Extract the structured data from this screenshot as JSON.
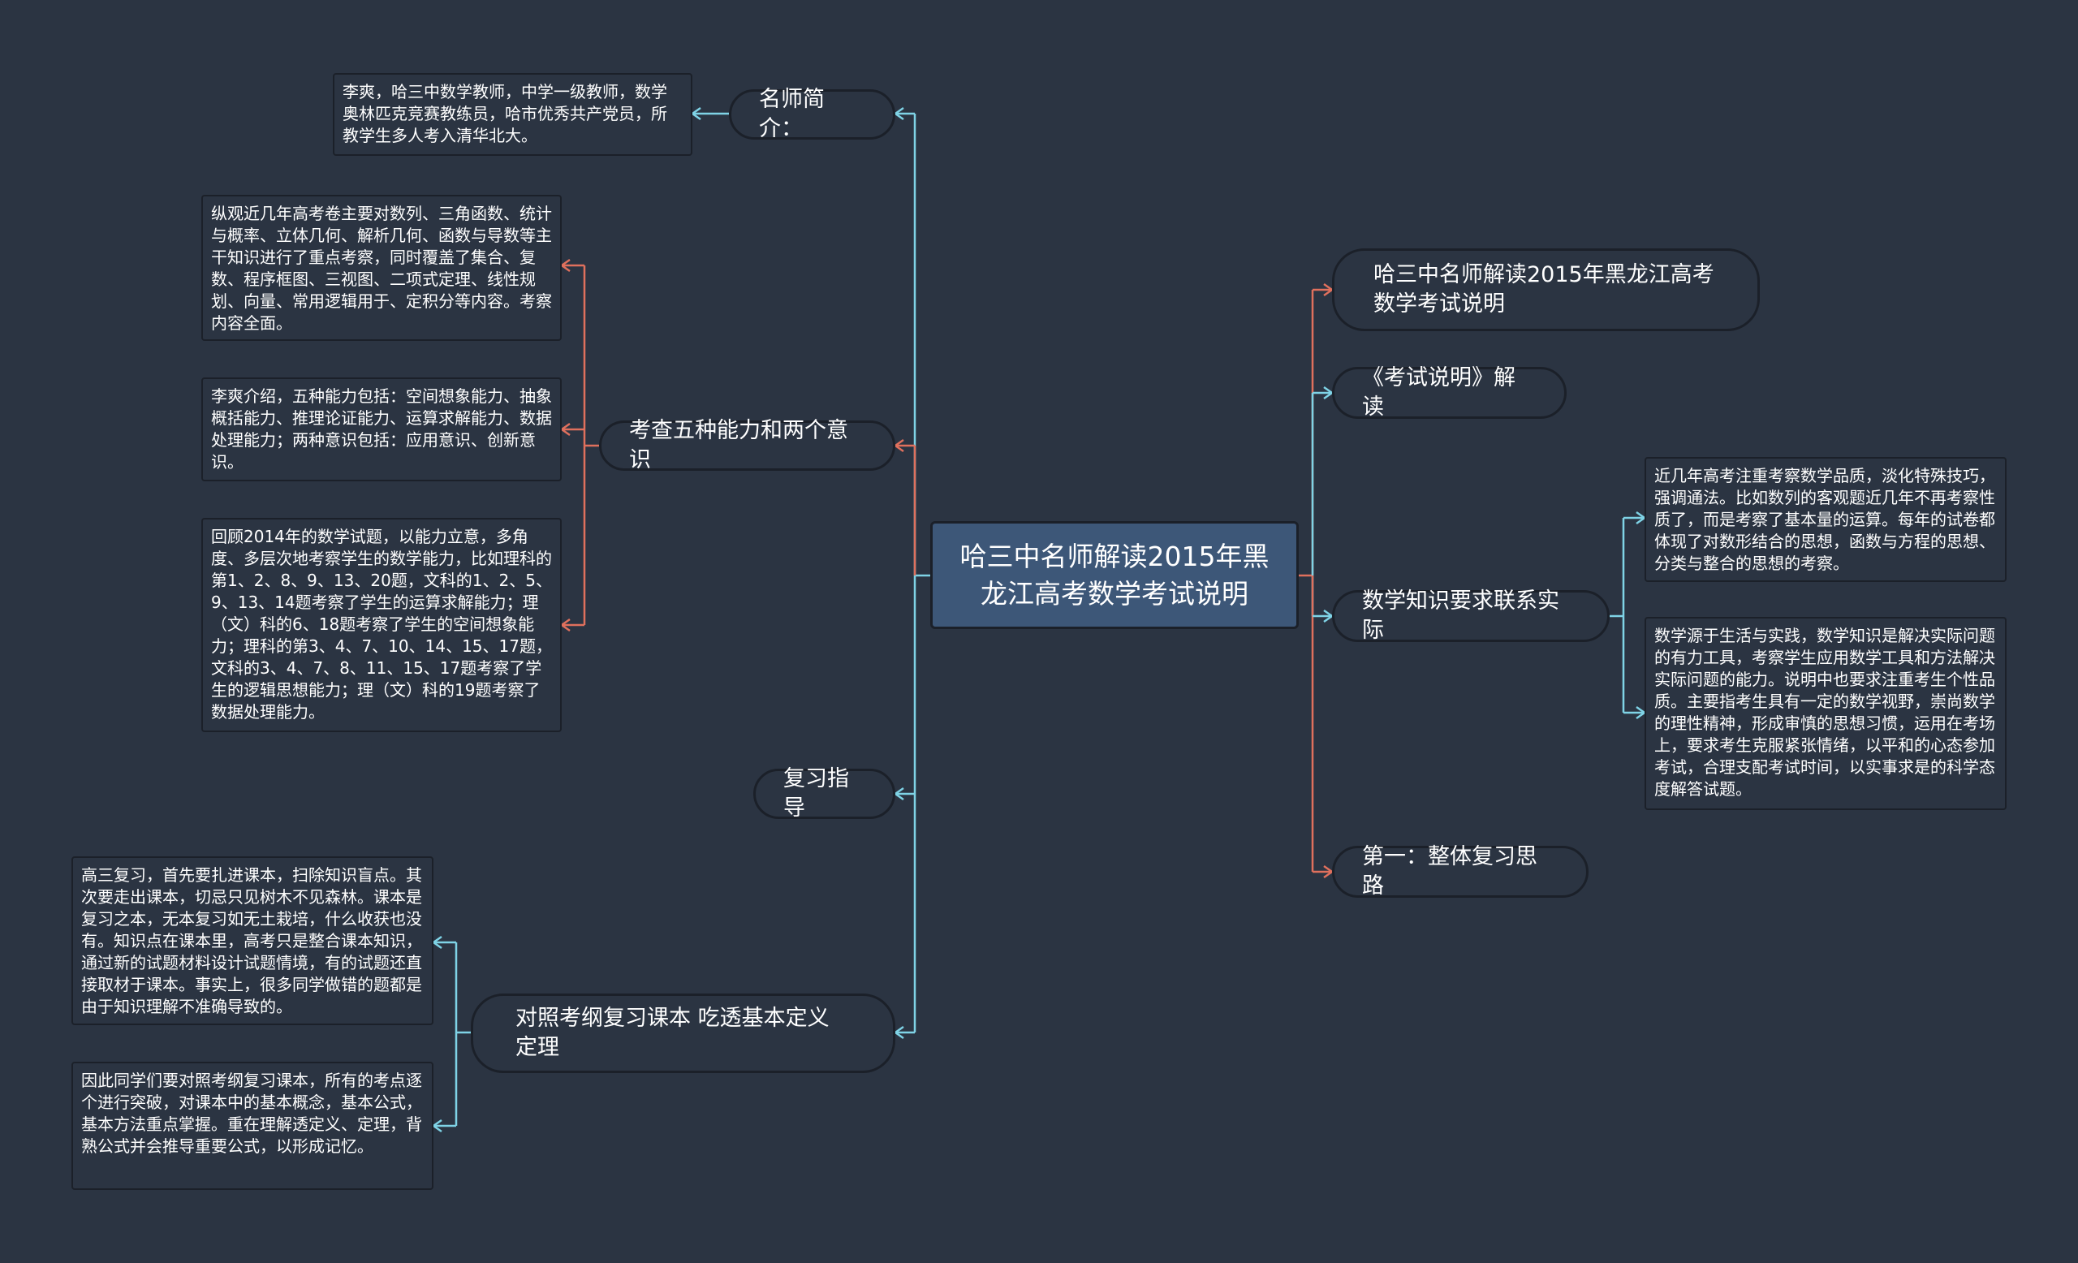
{
  "colors": {
    "background": "#2b3442",
    "root_fill": "#3d5778",
    "cyan_line": "#7fd3e6",
    "red_line": "#e0705d"
  },
  "root": {
    "text": "哈三中名师解读2015年黑龙江高考数学考试说明"
  },
  "left": {
    "teacher_intro": {
      "label": "名师简介：",
      "note": "李爽，哈三中数学教师，中学一级教师，数学奥林匹克竞赛教练员，哈市优秀共产党员，所教学生多人考入清华北大。"
    },
    "abilities": {
      "label": "考查五种能力和两个意识",
      "notes": [
        "纵观近几年高考卷主要对数列、三角函数、统计与概率、立体几何、解析几何、函数与导数等主干知识进行了重点考察，同时覆盖了集合、复数、程序框图、三视图、二项式定理、线性规划、向量、常用逻辑用于、定积分等内容。考察内容全面。",
        "李爽介绍，五种能力包括：空间想象能力、抽象概括能力、推理论证能力、运算求解能力、数据处理能力；两种意识包括：应用意识、创新意识。",
        "回顾2014年的数学试题，以能力立意，多角度、多层次地考察学生的数学能力，比如理科的第1、2、8、9、13、20题，文科的1、2、5、9、13、14题考察了学生的运算求解能力；理（文）科的6、18题考察了学生的空间想象能力；理科的第3、4、7、10、14、15、17题，文科的3、4、7、8、11、15、17题考察了学生的逻辑思想能力；理（文）科的19题考察了数据处理能力。"
      ]
    },
    "review_guide": {
      "label": "复习指导"
    },
    "textbook": {
      "label": "对照考纲复习课本 吃透基本定义定理",
      "notes": [
        "高三复习，首先要扎进课本，扫除知识盲点。其次要走出课本，切忌只见树木不见森林。课本是复习之本，无本复习如无土栽培，什么收获也没有。知识点在课本里，高考只是整合课本知识，通过新的试题材料设计试题情境，有的试题还直接取材于课本。事实上，很多同学做错的题都是由于知识理解不准确导致的。",
        "因此同学们要对照考纲复习课本，所有的考点逐个进行突破，对课本中的基本概念，基本公式，基本方法重点掌握。重在理解透定义、定理，背熟公式并会推导重要公式，以形成记忆。"
      ]
    }
  },
  "right": {
    "title_node": {
      "label": "哈三中名师解读2015年黑龙江高考数学考试说明"
    },
    "exam_desc": {
      "label": "《考试说明》解读"
    },
    "practice": {
      "label": "数学知识要求联系实际",
      "notes": [
        "近几年高考注重考察数学品质，淡化特殊技巧，强调通法。比如数列的客观题近几年不再考察性质了，而是考察了基本量的运算。每年的试卷都体现了对数形结合的思想，函数与方程的思想、分类与整合的思想的考察。",
        "数学源于生活与实践，数学知识是解决实际问题的有力工具，考察学生应用数学工具和方法解决实际问题的能力。说明中也要求注重考生个性品质。主要指考生具有一定的数学视野，崇尚数学的理性精神，形成审慎的思想习惯，运用在考场上，要求考生克服紧张情绪，以平和的心态参加考试，合理支配考试时间，以实事求是的科学态度解答试题。"
      ]
    },
    "first_review": {
      "label": "第一：整体复习思路"
    }
  }
}
